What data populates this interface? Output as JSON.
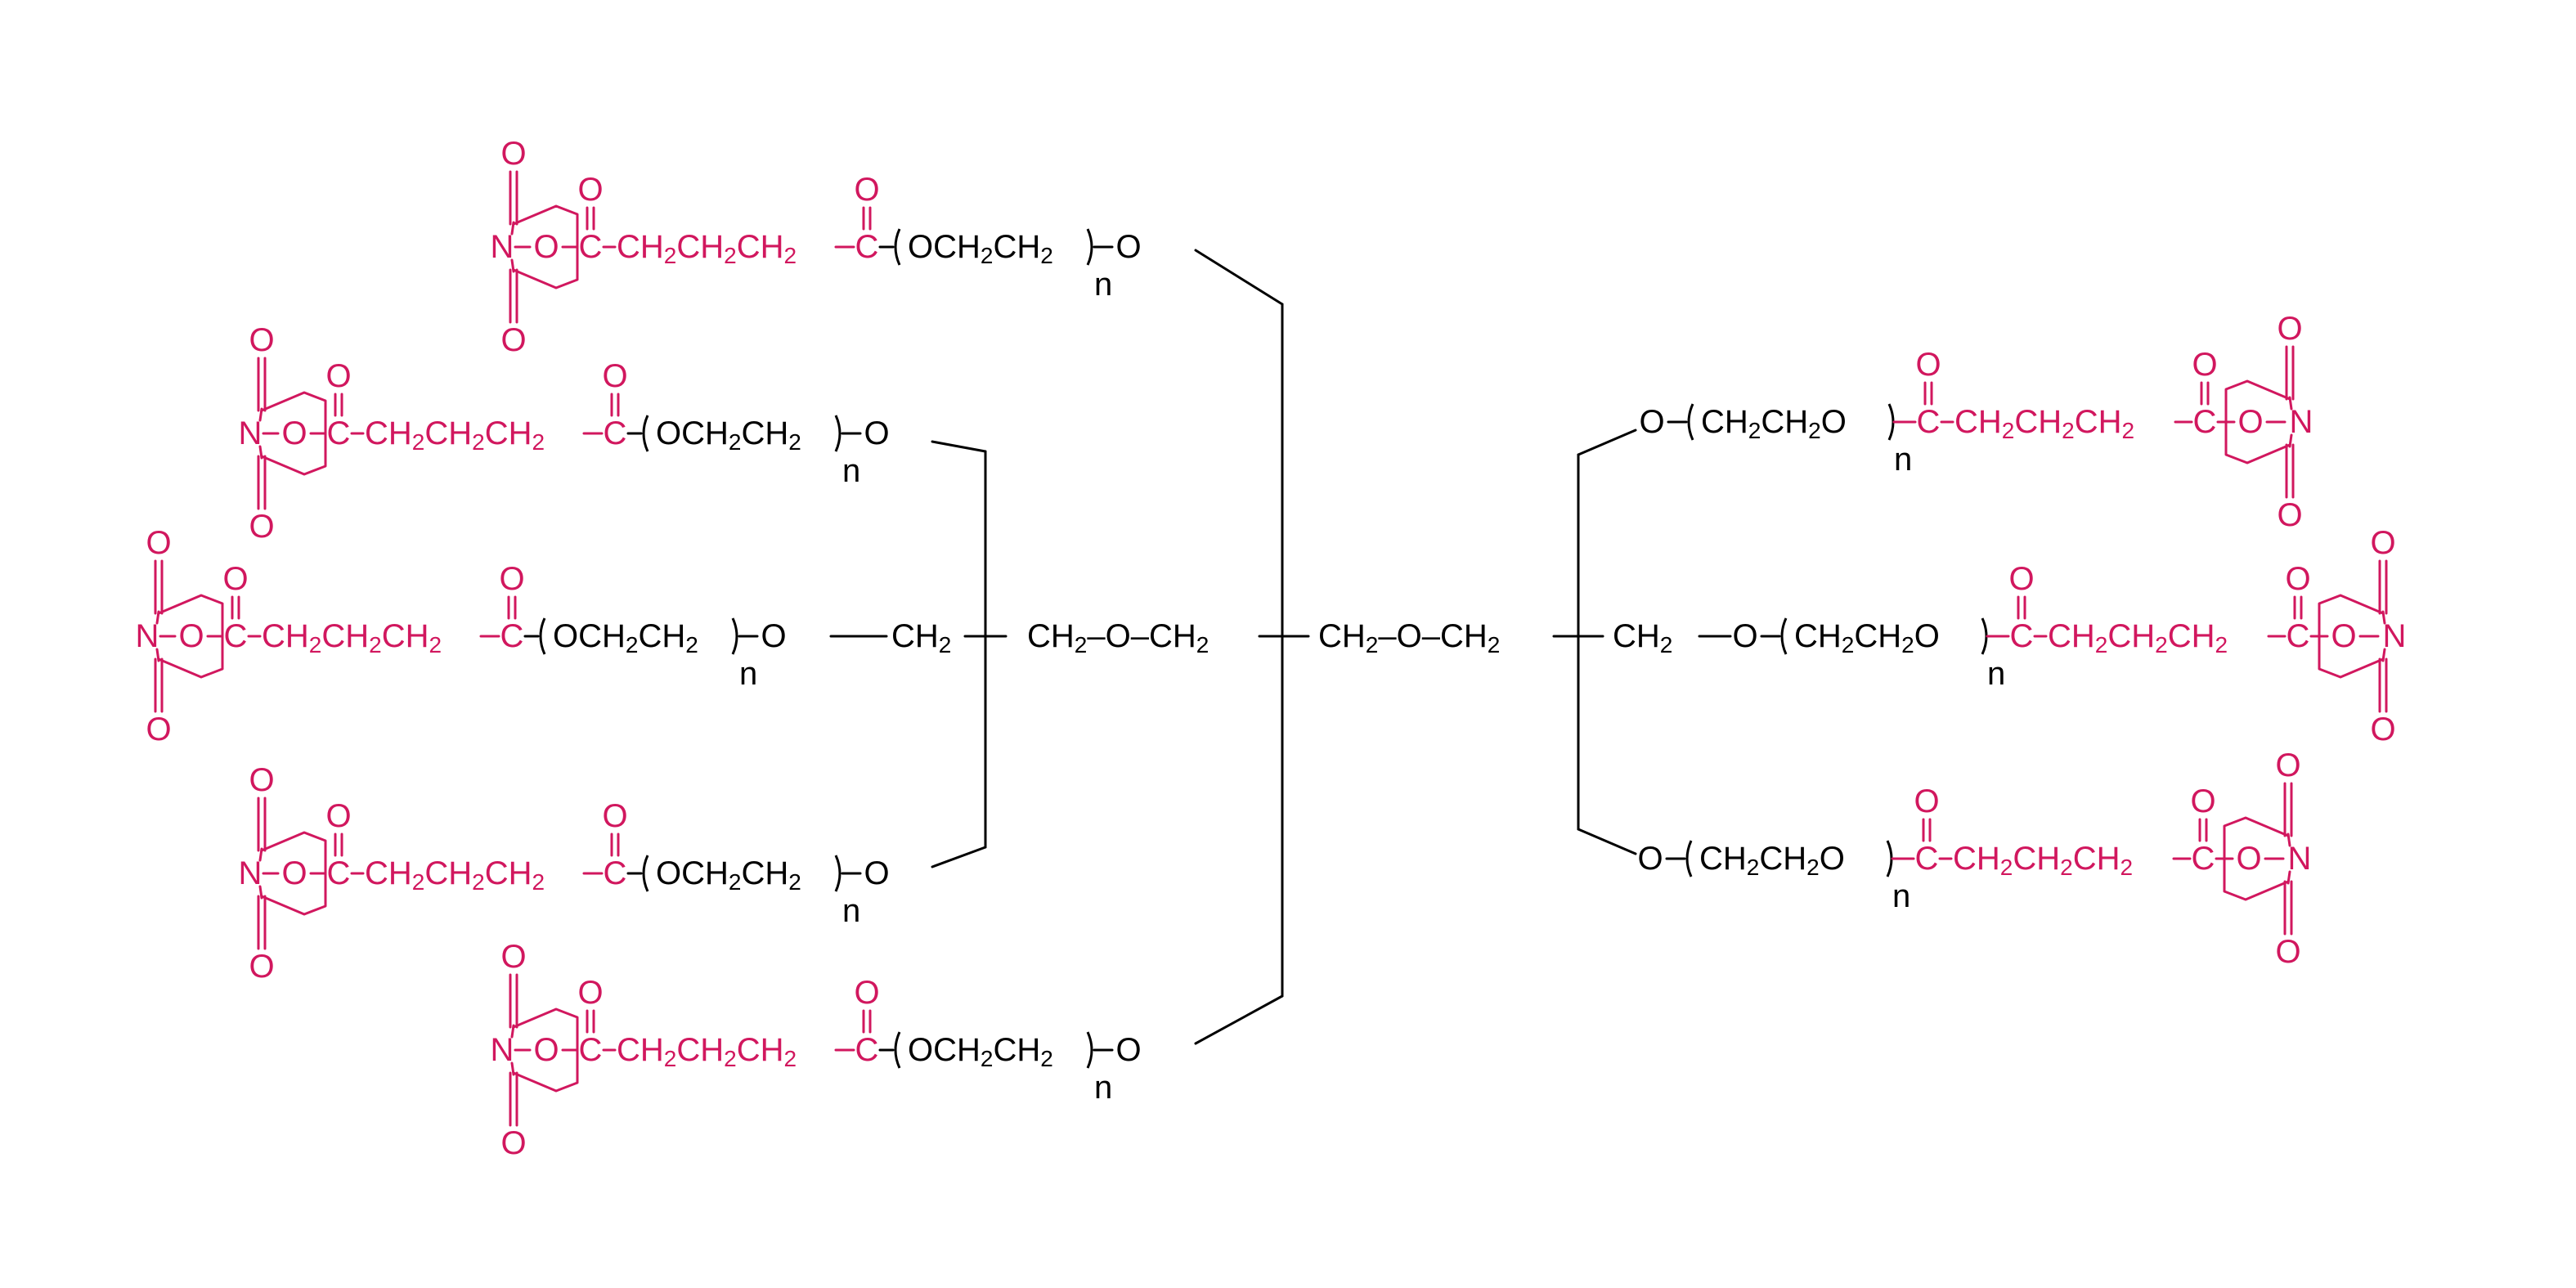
{
  "colors": {
    "core": "#000000",
    "end_group": "#d1175e"
  },
  "labels": {
    "oxygen": "O",
    "nitrogen": "N",
    "methylene": "CH",
    "methylene_sub": "2",
    "repeat_n": "n"
  },
  "diagram": {
    "central_core": [
      "CH",
      "2",
      "–O–CH",
      "2",
      "CH",
      "2",
      "–O–CH",
      "2"
    ],
    "left_segments": {
      "peg_unit": [
        "OCH",
        "2",
        "CH",
        "2"
      ],
      "linker": [
        "CH",
        "2",
        "CH",
        "2",
        "CH",
        "2"
      ]
    },
    "right_segments": {
      "peg_unit": [
        "CH",
        "2",
        "CH",
        "2",
        "O"
      ],
      "linker": [
        "CH",
        "2",
        "CH",
        "2",
        "CH",
        "2"
      ]
    }
  }
}
